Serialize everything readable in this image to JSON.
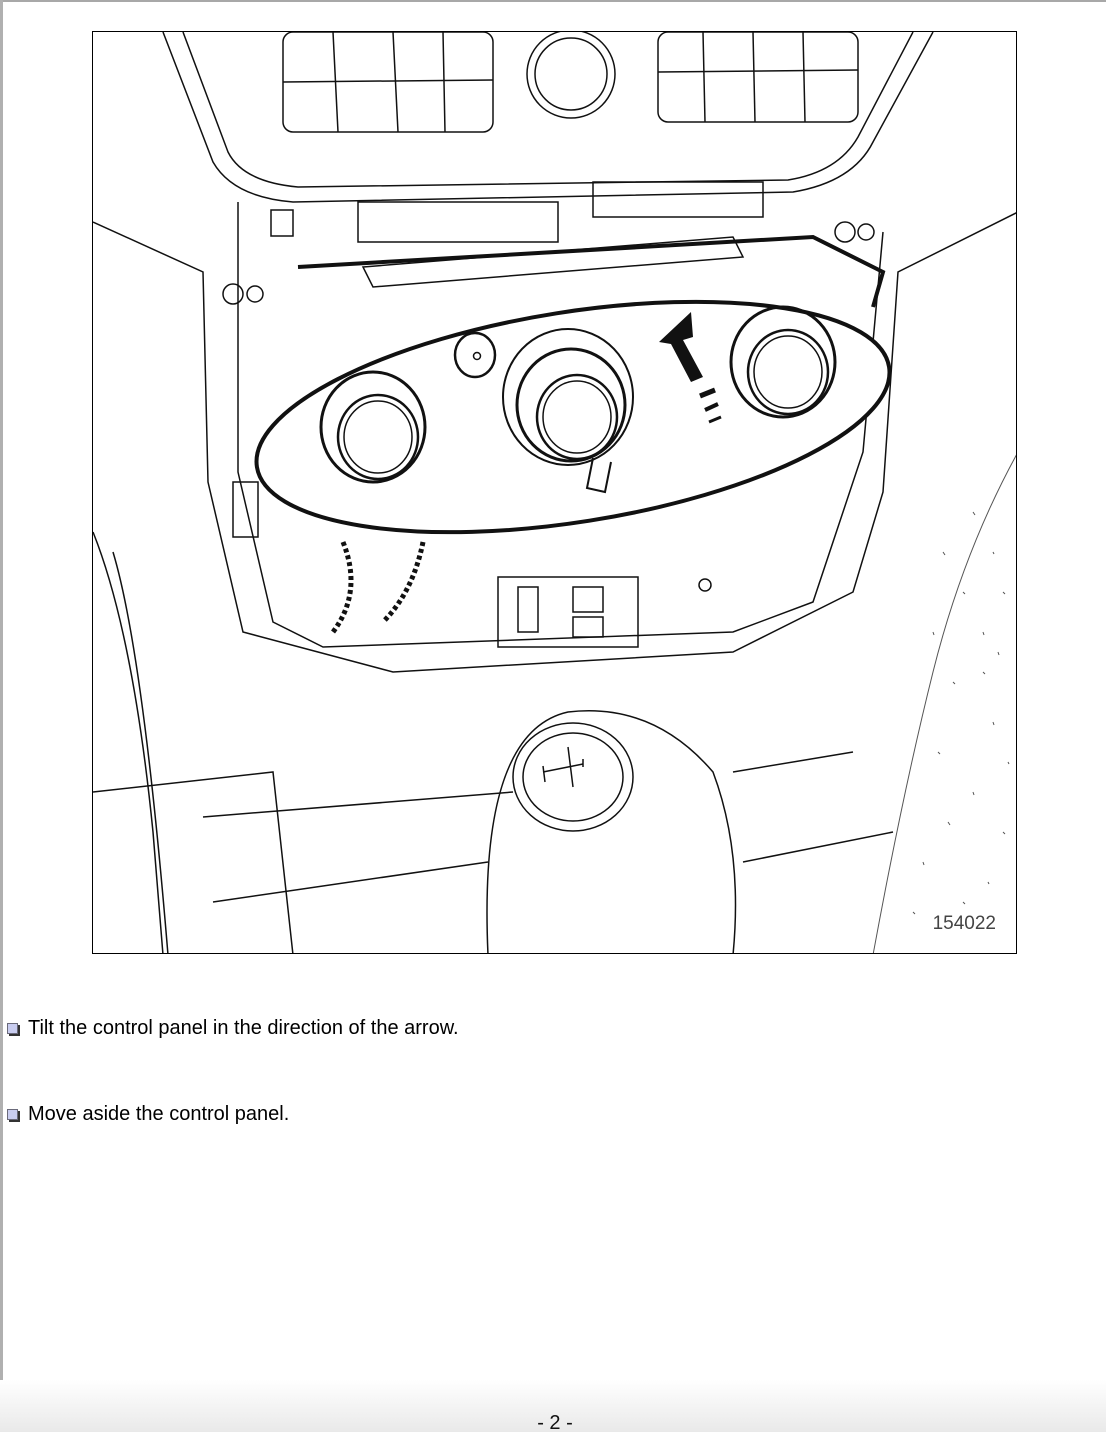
{
  "figure": {
    "reference_number": "154022",
    "description": "Line drawing of vehicle centre console with heating/ventilation control panel being tilted; arrow indicates tilt direction",
    "icons": [
      "direction-arrow-icon",
      "gear-shift-pattern-icon"
    ]
  },
  "steps": [
    {
      "bullet_icon": "square-bullet-icon",
      "text": "Tilt the control panel in the direction of the arrow."
    },
    {
      "bullet_icon": "square-bullet-icon",
      "text": "Move aside the control panel."
    }
  ],
  "footer": {
    "page_number": "- 2 -"
  },
  "colors": {
    "bullet_fill": "#c9cdf0",
    "border": "#a8a8a8"
  }
}
